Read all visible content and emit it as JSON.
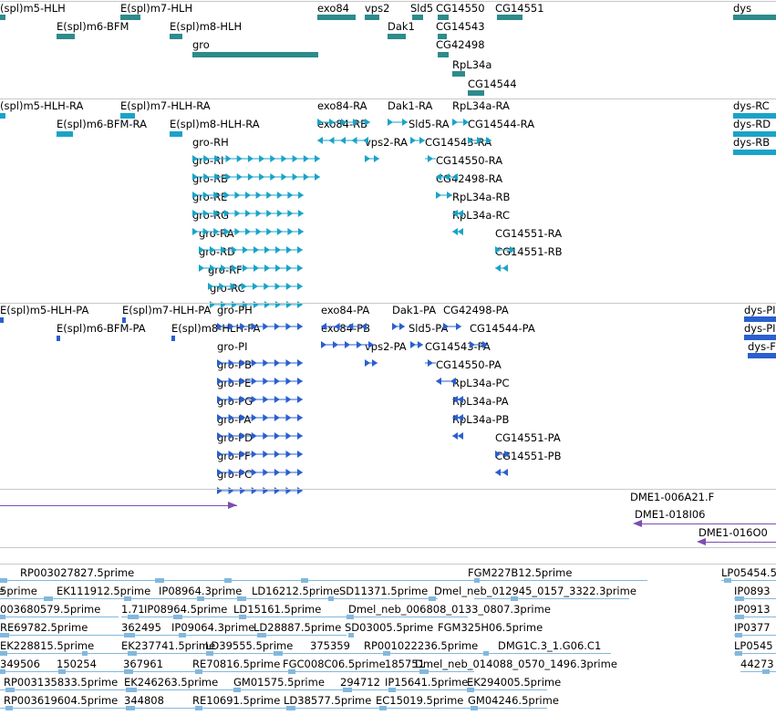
{
  "colors": {
    "gene": "#2e8b8b",
    "transcript": "#1aa3c8",
    "protein": "#2a5fcf",
    "clone": "#7a4fb0",
    "est": "#82b8de",
    "separator": "#c8c8c8"
  },
  "tracks": {
    "genes": {
      "labels": [
        "(spl)m5-HLH",
        "E(spl)m7-HLH",
        "E(spl)m6-BFM",
        "E(spl)m8-HLH",
        "gro",
        "exo84",
        "vps2",
        "Sld5",
        "CG14550",
        "CG14551",
        "Dak1",
        "CG14543",
        "CG42498",
        "RpL34a",
        "CG14544",
        "dys"
      ]
    },
    "transcripts": {
      "labels": [
        "(spl)m5-HLH-RA",
        "E(spl)m7-HLH-RA",
        "E(spl)m6-BFM-RA",
        "E(spl)m8-HLH-RA",
        "exo84-RA",
        "exo84-RB",
        "Dak1-RA",
        "RpL34a-RA",
        "Sld5-RA",
        "CG14544-RA",
        "vps2-RA",
        "CG14543-RA",
        "CG14550-RA",
        "CG42498-RA",
        "RpL34a-RB",
        "RpL34a-RC",
        "CG14551-RA",
        "CG14551-RB",
        "gro-RH",
        "gro-RI",
        "gro-RB",
        "gro-RE",
        "gro-RG",
        "gro-RA",
        "gro-RD",
        "gro-RF",
        "gro-RC",
        "dys-RC",
        "dys-RD",
        "dys-RB"
      ]
    },
    "proteins": {
      "labels": [
        "E(spl)m5-HLH-PA",
        "E(spl)m7-HLH-PA",
        "E(spl)m6-BFM-PA",
        "E(spl)m8-HLH-PA",
        "gro-PH",
        "gro-PI",
        "gro-PB",
        "gro-PE",
        "gro-PG",
        "gro-PA",
        "gro-PD",
        "gro-PF",
        "gro-PC",
        "exo84-PA",
        "exo84-PB",
        "Dak1-PA",
        "CG42498-PA",
        "Sld5-PA",
        "CG14544-PA",
        "vps2-PA",
        "CG14543-PA",
        "CG14550-PA",
        "RpL34a-PC",
        "RpL34a-PA",
        "RpL34a-PB",
        "CG14551-PA",
        "CG14551-PB",
        "dys-PI",
        "dys-PI",
        "dys-F"
      ]
    },
    "clones": {
      "labels": [
        "DME1-006A21.F",
        "DME1-018I06",
        "DME1-016O0"
      ]
    },
    "ests": {
      "labels": [
        "RP003027827.5prime",
        "FGM227B12.5prime",
        "LP05454.5",
        "EK111912.5prime",
        "IP08964.3prime",
        "LD16212.5prime",
        "SD11371.5prime",
        "Dmel_neb_012945_0157_3322.3prime",
        "IP0893",
        "003680579.5prime",
        "1.71",
        "IP08964.5prime",
        "LD15161.5prime",
        "Dmel_neb_006808_0133_0807.3prime",
        "IP0913",
        "RE69782.5prime",
        "362495",
        "IP09064.3prime",
        "LD28887.5prime",
        "SD03005.5prime",
        "FGM325H06.5prime",
        "IP0377",
        "EK228815.5prime",
        "EK237741.5prime",
        "LD39555.5prime",
        "375359",
        "RP001022236.5prime",
        "DMG1C.3_1.G06.C1",
        "LP0545",
        "349506",
        "150254",
        "367961",
        "RE70816.5prime",
        "FGC008C06.5prime",
        "185751",
        "Dmel_neb_014088_0570_1496.3prime",
        "44273",
        "RP003135833.5prime",
        "EK246263.5prime",
        "GM01575.5prime",
        "294712",
        "IP15641.5prime",
        "EK294005.5prime",
        "RP003619604.5prime",
        "344808",
        "RE10691.5prime",
        "LD38577.5prime",
        "EC15019.5prime",
        "GM04246.5prime",
        ".5prime",
        "5prime"
      ]
    }
  }
}
